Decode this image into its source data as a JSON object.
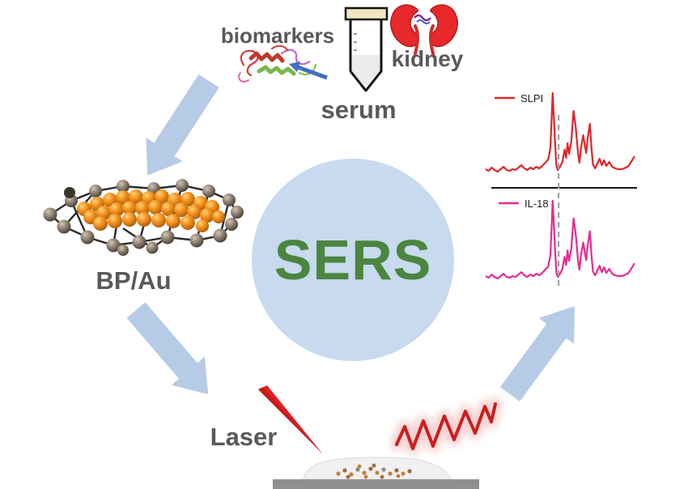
{
  "diagram": {
    "center_label": "SERS",
    "labels": {
      "biomarkers": "biomarkers",
      "kidney": "kidney",
      "serum": "serum",
      "nanomaterial": "BP/Au",
      "laser": "Laser"
    }
  },
  "colors": {
    "label_text": "#595959",
    "sers_text": "#4b8540",
    "circle_fill": "#c7daee",
    "arrow_fill": "#b5cbe6",
    "pointer_arrow": "#3f6fc1",
    "laser_red": "#e02020",
    "substrate_gray": "#8f8f8f"
  },
  "chart_data": {
    "type": "line",
    "legend_position": "top-left",
    "axes": "hidden",
    "dashed_guide_x_percent": 49,
    "series": [
      {
        "name": "SLPI",
        "color": "#e3242b"
      },
      {
        "name": "IL-18",
        "color": "#ea2a8f"
      }
    ],
    "points_normalized": [
      [
        0,
        6
      ],
      [
        2,
        4
      ],
      [
        4,
        8
      ],
      [
        6,
        5
      ],
      [
        8,
        3
      ],
      [
        10,
        6
      ],
      [
        12,
        9
      ],
      [
        14,
        5
      ],
      [
        16,
        4
      ],
      [
        18,
        6
      ],
      [
        20,
        5
      ],
      [
        22,
        8
      ],
      [
        24,
        11
      ],
      [
        26,
        7
      ],
      [
        28,
        5
      ],
      [
        30,
        8
      ],
      [
        32,
        6
      ],
      [
        34,
        9
      ],
      [
        36,
        7
      ],
      [
        38,
        10
      ],
      [
        40,
        14
      ],
      [
        42,
        18
      ],
      [
        43.5,
        32
      ],
      [
        45,
        100
      ],
      [
        46.5,
        42
      ],
      [
        47.5,
        10
      ],
      [
        48.5,
        5
      ],
      [
        50,
        9
      ],
      [
        51.5,
        15
      ],
      [
        53,
        30
      ],
      [
        54,
        20
      ],
      [
        55,
        38
      ],
      [
        56,
        25
      ],
      [
        57.5,
        40
      ],
      [
        59,
        78
      ],
      [
        60.5,
        58
      ],
      [
        62,
        26
      ],
      [
        63,
        14
      ],
      [
        64,
        32
      ],
      [
        65.5,
        48
      ],
      [
        66.5,
        36
      ],
      [
        67.5,
        26
      ],
      [
        68.5,
        44
      ],
      [
        70,
        62
      ],
      [
        71,
        34
      ],
      [
        72,
        12
      ],
      [
        73.5,
        7
      ],
      [
        75,
        13
      ],
      [
        76.5,
        19
      ],
      [
        78,
        11
      ],
      [
        79.5,
        17
      ],
      [
        81,
        10
      ],
      [
        83,
        15
      ],
      [
        85,
        9
      ],
      [
        87,
        7
      ],
      [
        89,
        6
      ],
      [
        91,
        6
      ],
      [
        93,
        7
      ],
      [
        96,
        10
      ],
      [
        100,
        22
      ]
    ]
  }
}
